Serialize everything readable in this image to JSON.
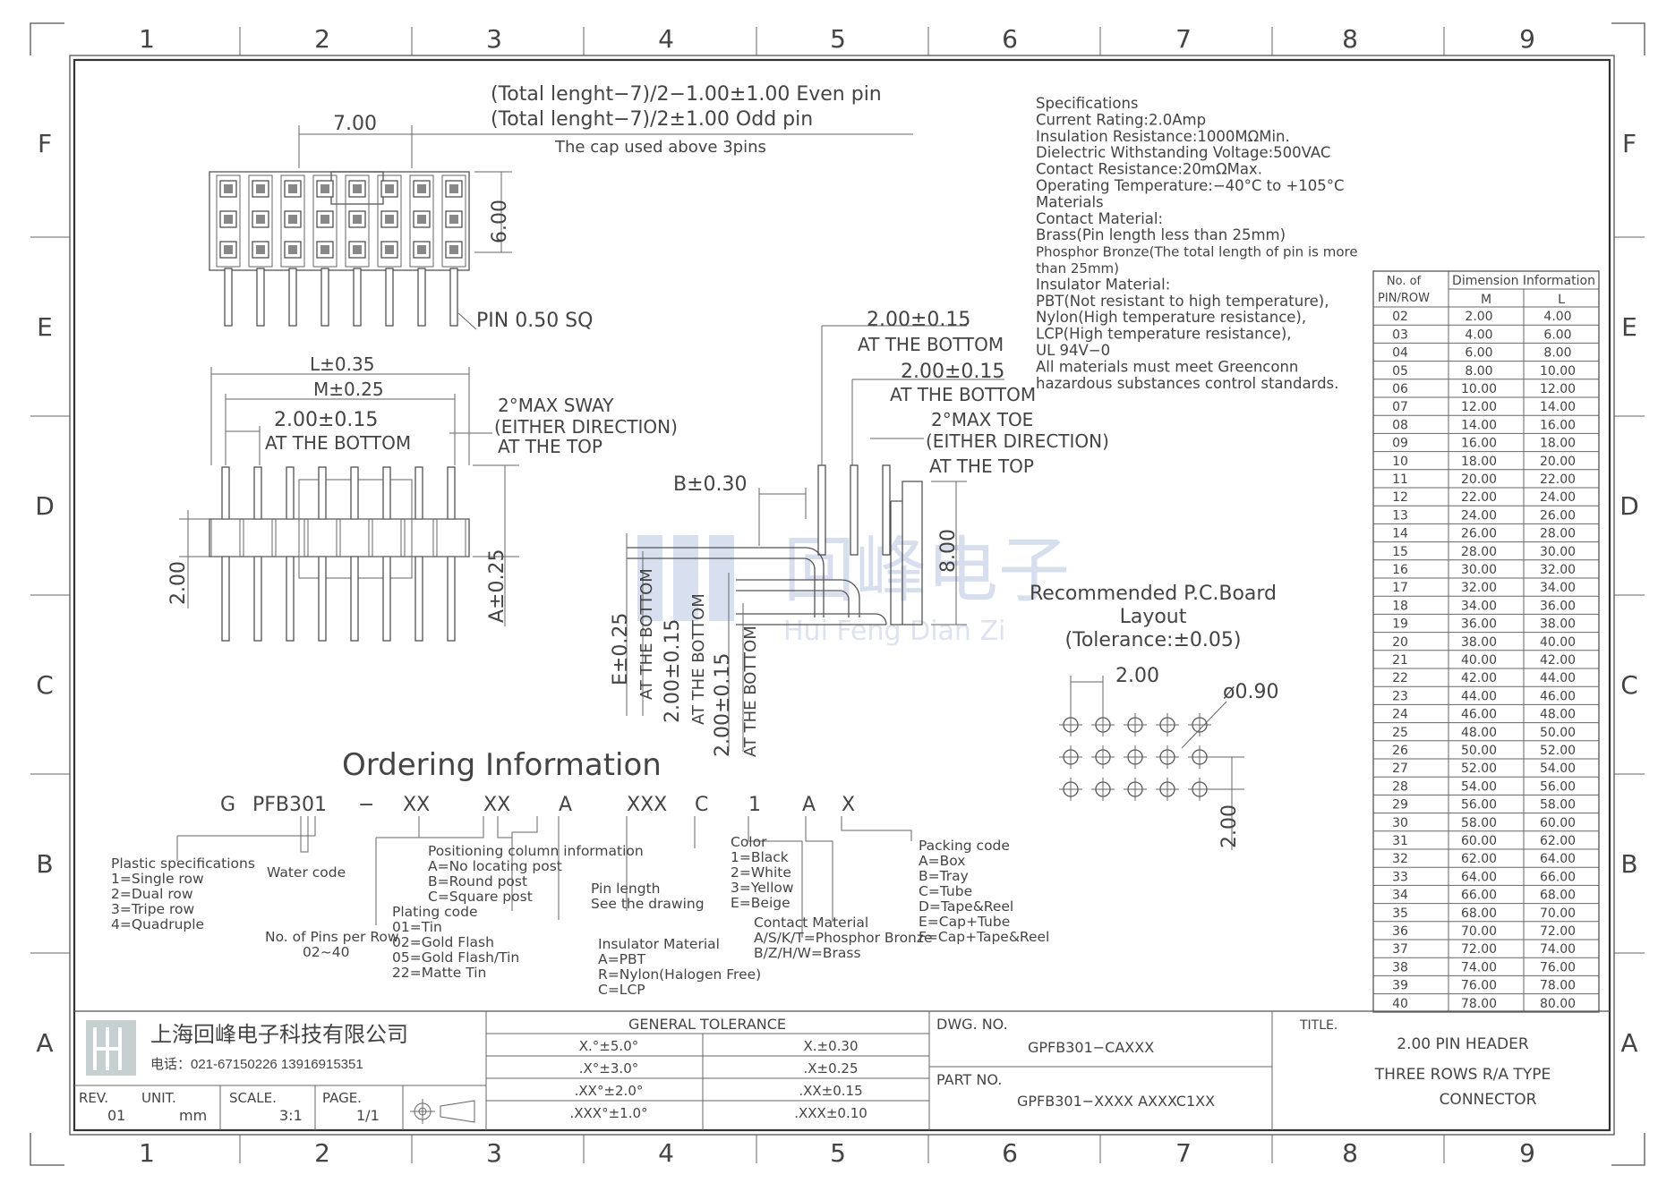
{
  "border": {
    "cols": [
      "1",
      "2",
      "3",
      "4",
      "5",
      "6",
      "7",
      "8",
      "9"
    ],
    "rows": [
      "F",
      "E",
      "D",
      "C",
      "B",
      "A"
    ]
  },
  "top_view": {
    "dim_even": "(Total lenght−7)/2−1.00±1.00   Even pin",
    "dim_odd": "(Total lenght−7)/2±1.00   Odd pin",
    "cap_note": "The cap used above 3pins",
    "width_dim": "7.00",
    "height_dim": "6.00",
    "pin_note": "PIN 0.50 SQ"
  },
  "front_view": {
    "L": "L±0.35",
    "M": "M±0.25",
    "pitch": "2.00±0.15",
    "pitch_note": "AT THE BOTTOM",
    "sway1": "2°MAX SWAY",
    "sway2": "(EITHER DIRECTION)",
    "sway3": "AT THE TOP",
    "left_dim": "2.00",
    "a_dim": "A±0.25"
  },
  "side_view": {
    "d1": "2.00±0.15",
    "d1_note": "AT THE BOTTOM",
    "d2": "2.00±0.15",
    "d2_note": "AT THE BOTTOM",
    "toe1": "2°MAX TOE",
    "toe2": "(EITHER DIRECTION)",
    "toe3": "AT THE TOP",
    "b": "B±0.30",
    "h": "8.00",
    "e": "E±0.25",
    "e_note": "AT THE BOTTOM",
    "v1": "2.00±0.15",
    "v1_note": "AT THE BOTTOM",
    "v2": "2.00±0.15",
    "v2_note": "AT THE BOTTOM"
  },
  "watermark": {
    "cn": "回峰电子",
    "en": "Hui Feng Dian Zi"
  },
  "specs": [
    "Specifications",
    "Current Rating:2.0Amp",
    "Insulation  Resistance:1000MΩMin.",
    "Dielectric Withstanding Voltage:500VAC",
    "Contact  Resistance:20mΩMax.",
    "Operating  Temperature:−40°C  to  +105°C",
    "Materials",
    "Contact Material:",
    "Brass(Pin length less than 25mm)",
    "Phosphor Bronze(The total length of pin is more",
    "than 25mm)",
    "Insulator Material:",
    "PBT(Not resistant to high temperature),",
    "Nylon(High temperature resistance),",
    "LCP(High temperature resistance),",
    "UL 94V−0",
    "All materials must meet Greenconn",
    "hazardous substances control standards."
  ],
  "pcb": {
    "title1": "Recommended P.C.Board",
    "title2": "Layout",
    "title3": "(Tolerance:±0.05)",
    "pitch_h": "2.00",
    "hole": "ø0.90",
    "pitch_v": "2.00"
  },
  "dim_table": {
    "h1a": "No. of",
    "h1b": "PIN/ROW",
    "h2": "Dimension  Information",
    "col_m": "M",
    "col_l": "L",
    "rows": [
      [
        "02",
        "2.00",
        "4.00"
      ],
      [
        "03",
        "4.00",
        "6.00"
      ],
      [
        "04",
        "6.00",
        "8.00"
      ],
      [
        "05",
        "8.00",
        "10.00"
      ],
      [
        "06",
        "10.00",
        "12.00"
      ],
      [
        "07",
        "12.00",
        "14.00"
      ],
      [
        "08",
        "14.00",
        "16.00"
      ],
      [
        "09",
        "16.00",
        "18.00"
      ],
      [
        "10",
        "18.00",
        "20.00"
      ],
      [
        "11",
        "20.00",
        "22.00"
      ],
      [
        "12",
        "22.00",
        "24.00"
      ],
      [
        "13",
        "24.00",
        "26.00"
      ],
      [
        "14",
        "26.00",
        "28.00"
      ],
      [
        "15",
        "28.00",
        "30.00"
      ],
      [
        "16",
        "30.00",
        "32.00"
      ],
      [
        "17",
        "32.00",
        "34.00"
      ],
      [
        "18",
        "34.00",
        "36.00"
      ],
      [
        "19",
        "36.00",
        "38.00"
      ],
      [
        "20",
        "38.00",
        "40.00"
      ],
      [
        "21",
        "40.00",
        "42.00"
      ],
      [
        "22",
        "42.00",
        "44.00"
      ],
      [
        "23",
        "44.00",
        "46.00"
      ],
      [
        "24",
        "46.00",
        "48.00"
      ],
      [
        "25",
        "48.00",
        "50.00"
      ],
      [
        "26",
        "50.00",
        "52.00"
      ],
      [
        "27",
        "52.00",
        "54.00"
      ],
      [
        "28",
        "54.00",
        "56.00"
      ],
      [
        "29",
        "56.00",
        "58.00"
      ],
      [
        "30",
        "58.00",
        "60.00"
      ],
      [
        "31",
        "60.00",
        "62.00"
      ],
      [
        "32",
        "62.00",
        "64.00"
      ],
      [
        "33",
        "64.00",
        "66.00"
      ],
      [
        "34",
        "66.00",
        "68.00"
      ],
      [
        "35",
        "68.00",
        "70.00"
      ],
      [
        "36",
        "70.00",
        "72.00"
      ],
      [
        "37",
        "72.00",
        "74.00"
      ],
      [
        "38",
        "74.00",
        "76.00"
      ],
      [
        "39",
        "76.00",
        "78.00"
      ],
      [
        "40",
        "78.00",
        "80.00"
      ]
    ]
  },
  "ordering": {
    "title": "Ordering  Information",
    "code": [
      "G",
      "PFB301",
      "−",
      "XX",
      "XX",
      "A",
      "XXX",
      "C",
      "1",
      "A",
      "X"
    ],
    "plastic": [
      "Plastic specifications",
      "1=Single row",
      "2=Dual row",
      "3=Tripe row",
      "4=Quadruple"
    ],
    "water": "Water code",
    "pins": [
      "No. of Pins per Row",
      "02~40"
    ],
    "plating": [
      "Plating code",
      "01=Tin",
      "02=Gold Flash",
      "05=Gold Flash/Tin",
      "22=Matte Tin"
    ],
    "position": [
      "Positioning column information",
      "A=No locating post",
      "B=Round post",
      "C=Square post"
    ],
    "pinlen": [
      "Pin length",
      "See the drawing"
    ],
    "insulator": [
      "Insulator Material",
      "A=PBT",
      "R=Nylon(Halogen Free)",
      "C=LCP"
    ],
    "color": [
      "Color",
      "1=Black",
      "2=White",
      "3=Yellow",
      "E=Beige"
    ],
    "contact": [
      "Contact Material",
      "A/S/K/T=Phosphor Bronze",
      "B/Z/H/W=Brass"
    ],
    "packing": [
      "Packing code",
      "A=Box",
      "B=Tray",
      "C=Tube",
      "D=Tape&Reel",
      "E=Cap+Tube",
      "F=Cap+Tape&Reel"
    ]
  },
  "title_block": {
    "company": "上海回峰电子科技有限公司",
    "phone": "电话：021-67150226   13916915351",
    "rev_label": "REV.",
    "rev": "01",
    "unit_label": "UNIT.",
    "unit": "mm",
    "scale_label": "SCALE.",
    "scale": "3:1",
    "page_label": "PAGE.",
    "page": "1/1",
    "tol_title": "GENERAL TOLERANCE",
    "tol_rows": [
      [
        "X.°±5.0°",
        "X.±0.30"
      ],
      [
        ".X°±3.0°",
        ".X±0.25"
      ],
      [
        ".XX°±2.0°",
        ".XX±0.15"
      ],
      [
        ".XXX°±1.0°",
        ".XXX±0.10"
      ]
    ],
    "dwg_label": "DWG. NO.",
    "dwg": "GPFB301−CAXXX",
    "part_label": "PART NO.",
    "part": "GPFB301−XXXX  AXXXC1XX",
    "title_label": "TITLE.",
    "title1": "2.00  PIN  HEADER",
    "title2": "THREE  ROWS  R/A  TYPE",
    "title3": "CONNECTOR"
  }
}
